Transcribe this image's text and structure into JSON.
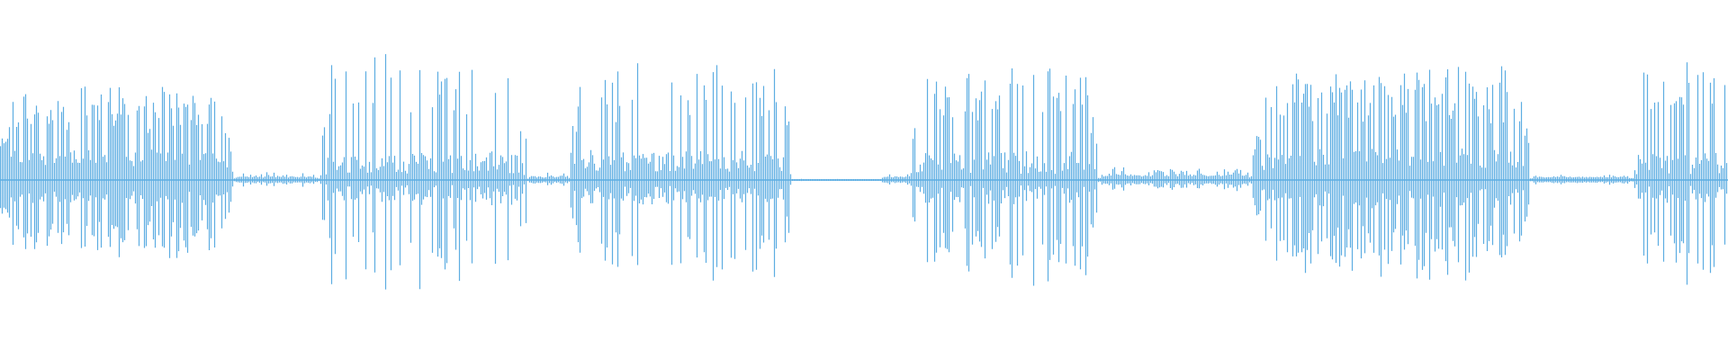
{
  "waveform": {
    "color": "#5DADE2",
    "background": "#FFFFFF",
    "segments": [
      {
        "start": 0.0,
        "end": 0.135,
        "level": 0.72,
        "density": 0.55,
        "floor": 0.1
      },
      {
        "start": 0.135,
        "end": 0.185,
        "level": 0.06,
        "density": 0.2,
        "floor": 0.02
      },
      {
        "start": 0.185,
        "end": 0.305,
        "level": 0.95,
        "density": 0.32,
        "floor": 0.05
      },
      {
        "start": 0.305,
        "end": 0.33,
        "level": 0.06,
        "density": 0.22,
        "floor": 0.02
      },
      {
        "start": 0.33,
        "end": 0.458,
        "level": 0.88,
        "density": 0.4,
        "floor": 0.06
      },
      {
        "start": 0.458,
        "end": 0.51,
        "level": 0.01,
        "density": 0.05,
        "floor": 0.005
      },
      {
        "start": 0.51,
        "end": 0.525,
        "level": 0.05,
        "density": 0.2,
        "floor": 0.02
      },
      {
        "start": 0.525,
        "end": 0.635,
        "level": 0.93,
        "density": 0.38,
        "floor": 0.05
      },
      {
        "start": 0.635,
        "end": 0.725,
        "level": 0.1,
        "density": 0.3,
        "floor": 0.03
      },
      {
        "start": 0.725,
        "end": 0.885,
        "level": 0.85,
        "density": 0.6,
        "floor": 0.09
      },
      {
        "start": 0.885,
        "end": 0.945,
        "level": 0.04,
        "density": 0.18,
        "floor": 0.02
      },
      {
        "start": 0.945,
        "end": 1.0,
        "level": 0.95,
        "density": 0.45,
        "floor": 0.05
      }
    ]
  }
}
